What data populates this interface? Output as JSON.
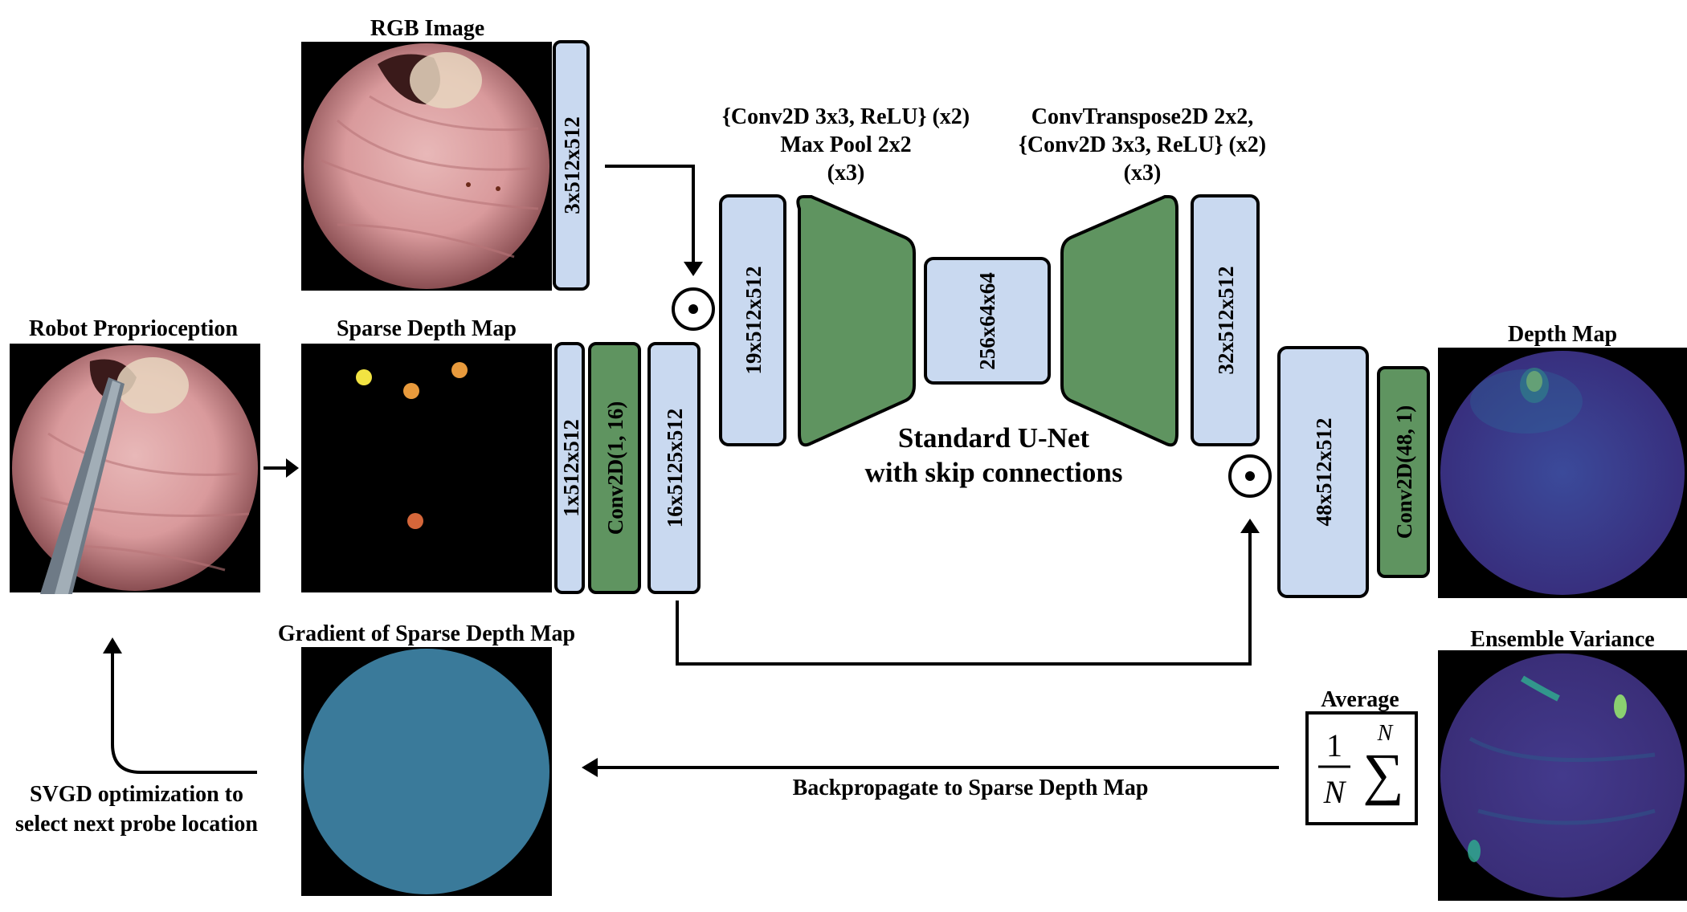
{
  "titles": {
    "rgb_image": "RGB Image",
    "robot_proprioception": "Robot Proprioception",
    "sparse_depth_map": "Sparse Depth Map",
    "depth_map": "Depth Map",
    "ensemble_variance": "Ensemble Variance",
    "gradient_sparse_depth": "Gradient of Sparse Depth Map",
    "average": "Average"
  },
  "tensor_labels": {
    "rgb": "3x512x512",
    "sparse": "1x512x512",
    "conv_in": "Conv2D(1, 16)",
    "sparse_feat": "16x5125x512",
    "concat_in": "19x512x512",
    "bottleneck": "256x64x64",
    "decoder_out": "32x512x512",
    "concat_out": "48x512x512",
    "conv_out": "Conv2D(48, 1)"
  },
  "encoder_label": [
    "{Conv2D 3x3, ReLU} (x2)",
    "Max Pool 2x2",
    "(x3)"
  ],
  "decoder_label": [
    "ConvTranspose2D 2x2,",
    "{Conv2D 3x3, ReLU} (x2)",
    "(x3)"
  ],
  "unet_label": [
    "Standard U-Net",
    "with skip connections"
  ],
  "backprop_label": "Backpropagate to Sparse Depth Map",
  "svgd_label": [
    "SVGD optimization to",
    "select next probe location"
  ],
  "formula": {
    "numerator": "1",
    "denominator": "N",
    "superscript": "N",
    "sum": "∑"
  },
  "sparse_points_colors": [
    "#f2e342",
    "#e89a3c",
    "#e89a3c",
    "#d4663a"
  ],
  "colors": {
    "tensor_fill": "#c9d9f0",
    "conv_fill": "#5f9460",
    "depth_background": "#3a3f8f",
    "variance_background": "#3f3585",
    "gradient_fill": "#3a7a9a"
  }
}
